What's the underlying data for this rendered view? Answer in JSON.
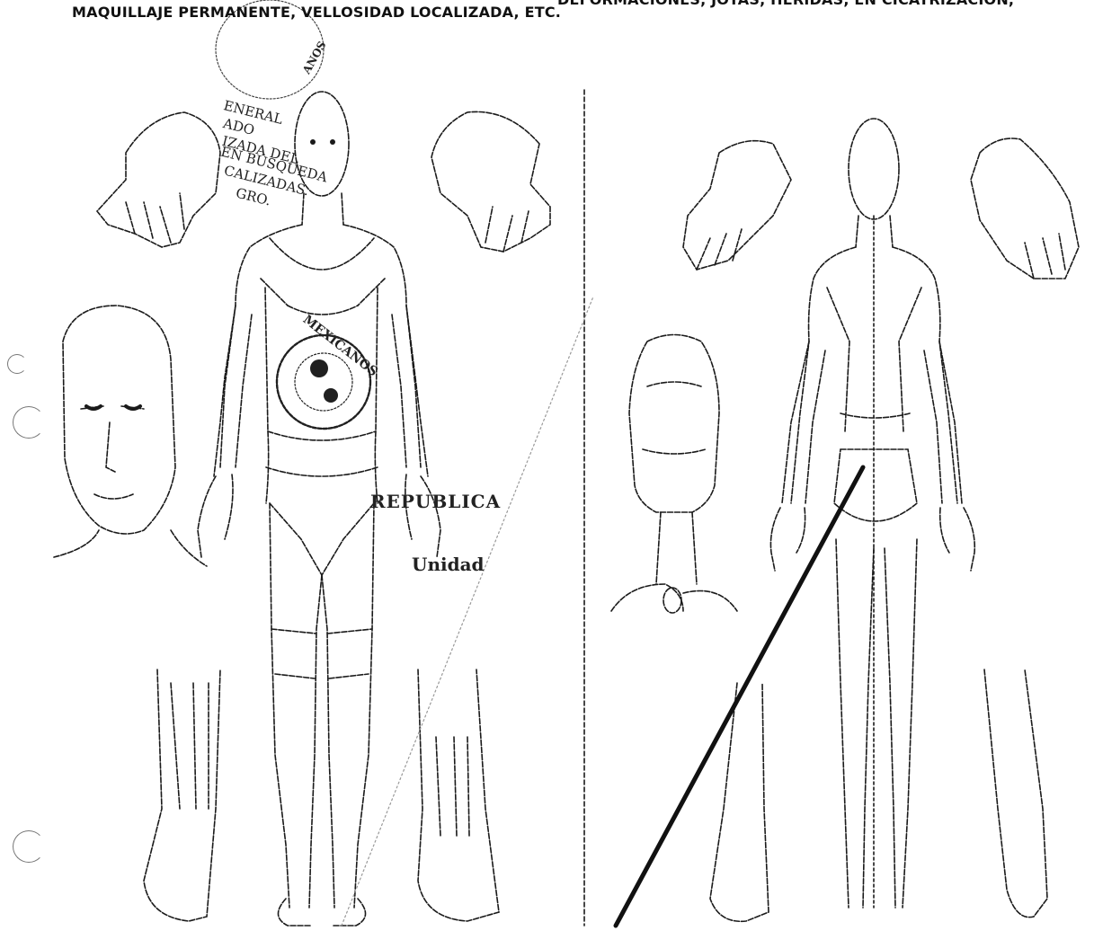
{
  "header": {
    "line1": "DEFORMACIONES, JOYAS, HERIDAS, EN CICATRIZACIÓN,",
    "line2": "MAQUILLAJE PERMANENTE, VELLOSIDAD LOCALIZADA, ETC."
  },
  "stamp": {
    "lines": [
      "ENERAL",
      "ADO",
      "IZADA DEL",
      "EN BÚSQUEDA",
      "CALIZADAS.",
      "GRO."
    ],
    "seal_text": "MEXICANOS",
    "seal_top": "ANOS",
    "republica": "REPUBLICA",
    "bottom": "Unidad"
  },
  "colors": {
    "ink": "#1a1a1a",
    "stamp": "#202020",
    "paper": "#ffffff"
  }
}
